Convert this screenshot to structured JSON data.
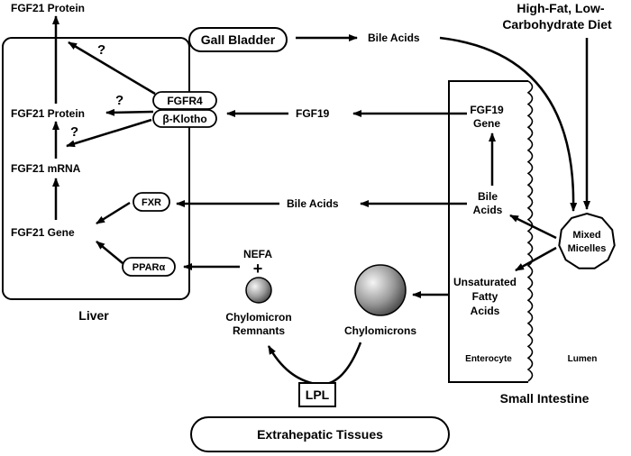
{
  "diagram": {
    "liver": {
      "name": "Liver",
      "fgf21_protein_top": "FGF21 Protein",
      "fgf21_protein": "FGF21 Protein",
      "fgf21_mrna": "FGF21 mRNA",
      "fgf21_gene": "FGF21 Gene",
      "fgfr4": "FGFR4",
      "beta_klotho": "β-Klotho",
      "fxr": "FXR",
      "ppara": "PPARα",
      "question_mark": "?"
    },
    "gall_bladder": "Gall Bladder",
    "bile_acids_top": "Bile Acids",
    "diet": [
      "High-Fat, Low-",
      "Carbohydrate Diet"
    ],
    "fgf19": "FGF19",
    "bile_acids_mid": "Bile Acids",
    "nefa": "NEFA",
    "plus": "+",
    "chylomicron_remnants": [
      "Chylomicron",
      "Remnants"
    ],
    "chylomicrons": "Chylomicrons",
    "lpl": "LPL",
    "extrahepatic": "Extrahepatic Tissues",
    "intestine": {
      "name": "Small Intestine",
      "fgf19_gene": [
        "FGF19",
        "Gene"
      ],
      "bile_acids": [
        "Bile",
        "Acids"
      ],
      "unsaturated": [
        "Unsaturated",
        "Fatty",
        "Acids"
      ],
      "enterocyte": "Enterocyte",
      "lumen": "Lumen",
      "mixed_micelles": [
        "Mixed",
        "Micelles"
      ]
    }
  }
}
